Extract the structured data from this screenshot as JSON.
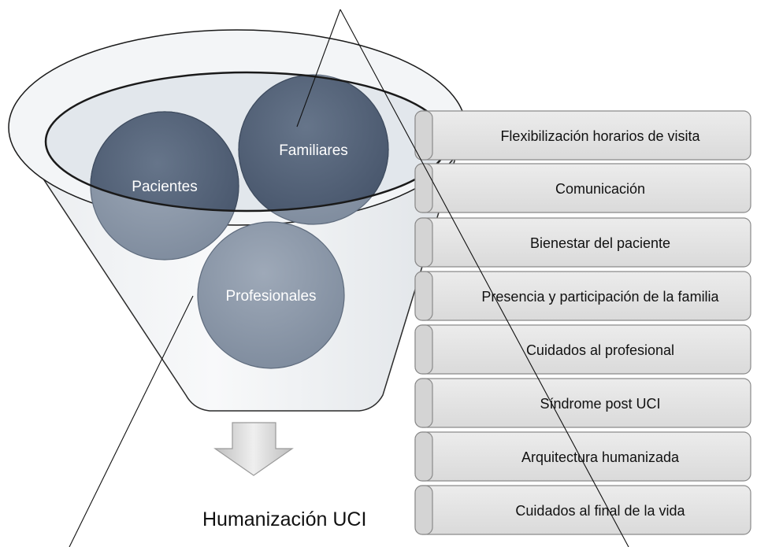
{
  "funnel": {
    "circles": [
      {
        "label": "Pacientes"
      },
      {
        "label": "Familiares"
      },
      {
        "label": "Profesionales"
      }
    ],
    "result": {
      "label": "Humanización UCI"
    }
  },
  "dimensions": [
    {
      "label": "Flexibilización horarios de visita"
    },
    {
      "label": "Comunicación"
    },
    {
      "label": "Bienestar del paciente"
    },
    {
      "label": "Presencia y participación de la familia"
    },
    {
      "label": "Cuidados al profesional"
    },
    {
      "label": "Síndrome post UCI"
    },
    {
      "label": "Arquitectura humanizada"
    },
    {
      "label": "Cuidados al final de la vida"
    }
  ],
  "colors": {
    "circle_dark": "#4f5e74",
    "circle_light": "#8d9aab",
    "box_fill": "#e4e4e4",
    "box_border": "#8a8a8a",
    "funnel_fill": "#f2f4f6",
    "outline": "#1a1a1a"
  }
}
